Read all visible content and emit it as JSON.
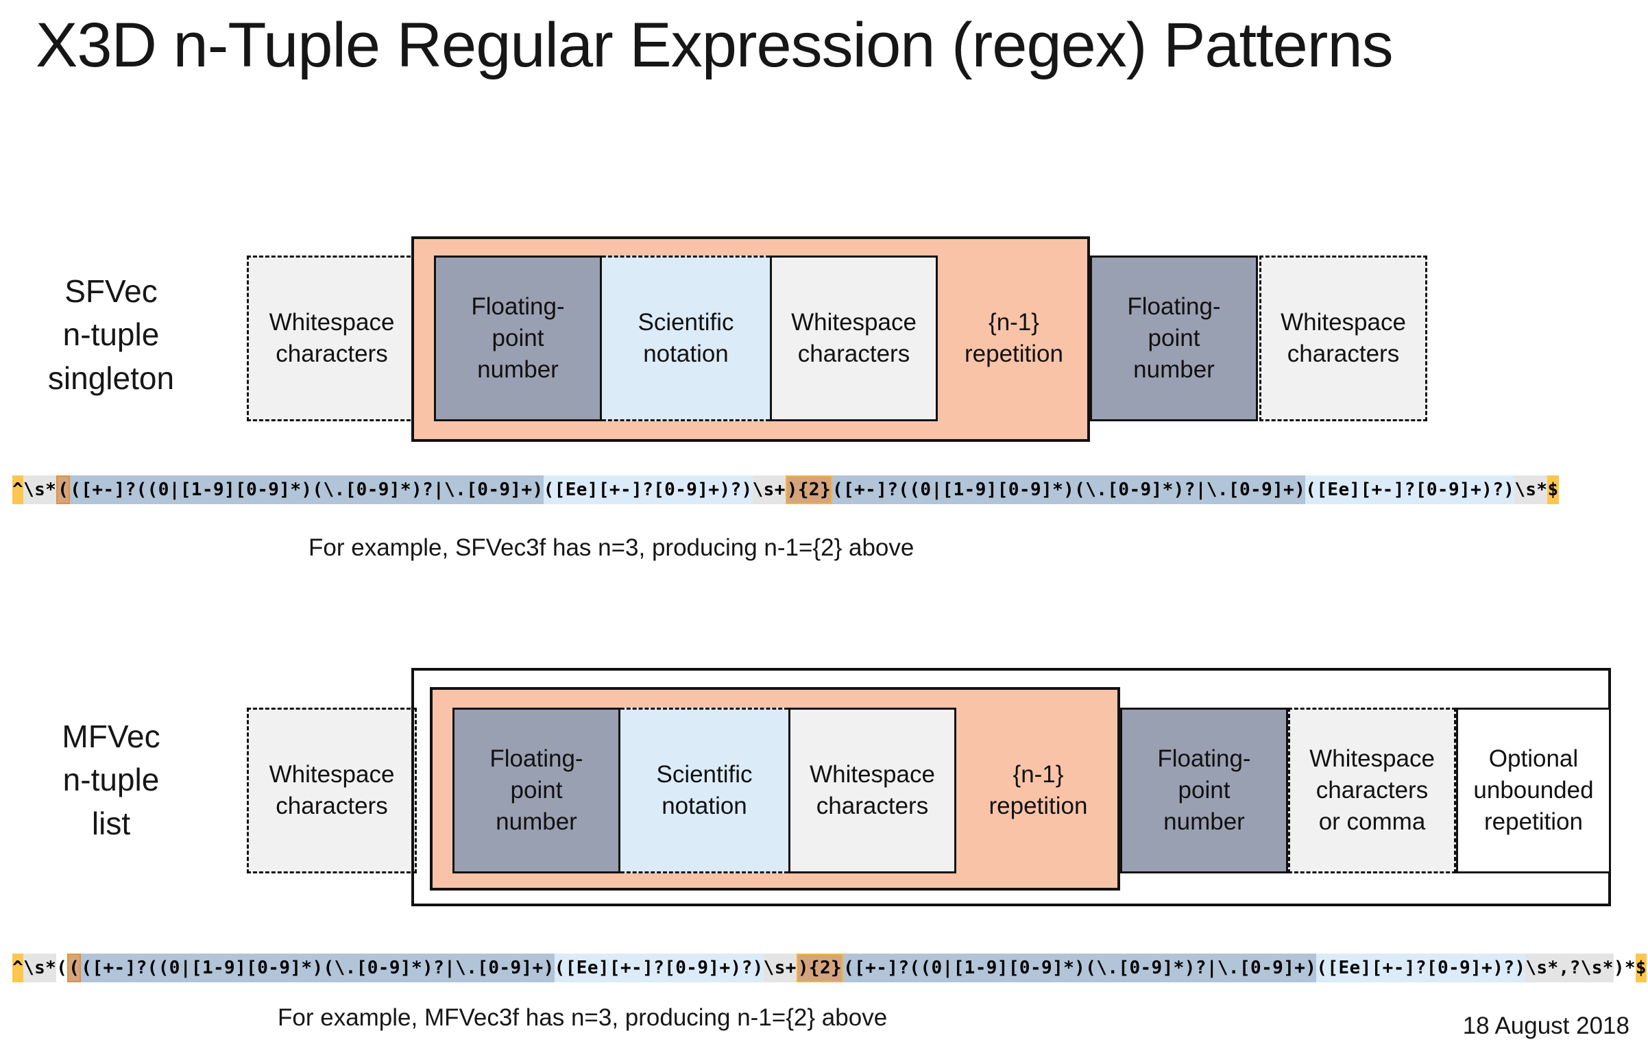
{
  "title": "X3D n-Tuple Regular Expression (regex) Patterns",
  "date": "18 August 2018",
  "colors": {
    "salmon": "#f9c3a8",
    "fp-gray": "#99a0b2",
    "sci-blue": "#dcebf8",
    "ws-gray": "#f1f1f1",
    "hl-anchor": "#fdc64e",
    "hl-ws": "#e4e4e4",
    "hl-fp": "#b1c4d8",
    "hl-sci": "#dcebf8",
    "hl-rep-bg": "#d4a47c",
    "hl-rep-border": "#f6b33d",
    "hl-paren-border": "#e0923c",
    "ink": "#111111"
  },
  "sfvec": {
    "label_lines": "SFVec\nn-tuple\nsingleton",
    "boxes": {
      "ws_left": "Whitespace\ncharacters",
      "fp1": "Floating-\npoint\nnumber",
      "sci": "Scientific\nnotation",
      "ws_mid": "Whitespace\ncharacters",
      "rep": "{n-1}\nrepetition",
      "fp2": "Floating-\npoint\nnumber",
      "ws_right": "Whitespace\ncharacters"
    },
    "regex_segments": [
      {
        "t": "^",
        "c": "anchor"
      },
      {
        "t": "\\s*",
        "c": "ws"
      },
      {
        "t": "(",
        "c": "paren"
      },
      {
        "t": "([+-]?((0|[1-9][0-9]*)(\\.[0-9]*)?|\\.[0-9]+)",
        "c": "fp"
      },
      {
        "t": "([Ee][+-]?[0-9]+)?)",
        "c": "sci"
      },
      {
        "t": "\\s+",
        "c": "ws"
      },
      {
        "t": "){2}",
        "c": "rep"
      },
      {
        "t": "([+-]?((0|[1-9][0-9]*)(\\.[0-9]*)?|\\.[0-9]+)",
        "c": "fp"
      },
      {
        "t": "([Ee][+-]?[0-9]+)?)",
        "c": "sci"
      },
      {
        "t": "\\s*",
        "c": "ws"
      },
      {
        "t": "$",
        "c": "anchor"
      }
    ],
    "example": "For example, SFVec3f has n=3, producing n-1={2} above"
  },
  "mfvec": {
    "label_lines": "MFVec\nn-tuple\nlist",
    "boxes": {
      "ws_left": "Whitespace\ncharacters",
      "fp1": "Floating-\npoint\nnumber",
      "sci": "Scientific\nnotation",
      "ws_mid": "Whitespace\ncharacters",
      "rep": "{n-1}\nrepetition",
      "fp2": "Floating-\npoint\nnumber",
      "ws_comma": "Whitespace\ncharacters\nor comma",
      "optional": "Optional\nunbounded\nrepetition"
    },
    "regex_segments": [
      {
        "t": "^",
        "c": "anchor"
      },
      {
        "t": "\\s*",
        "c": "ws"
      },
      {
        "t": "(",
        "c": "plain"
      },
      {
        "t": "(",
        "c": "paren"
      },
      {
        "t": "([+-]?((0|[1-9][0-9]*)(\\.[0-9]*)?|\\.[0-9]+)",
        "c": "fp"
      },
      {
        "t": "([Ee][+-]?[0-9]+)?)",
        "c": "sci"
      },
      {
        "t": "\\s+",
        "c": "ws"
      },
      {
        "t": "){2}",
        "c": "rep"
      },
      {
        "t": "([+-]?((0|[1-9][0-9]*)(\\.[0-9]*)?|\\.[0-9]+)",
        "c": "fp"
      },
      {
        "t": "([Ee][+-]?[0-9]+)?)",
        "c": "sci"
      },
      {
        "t": "\\s*,?\\s*",
        "c": "ws"
      },
      {
        "t": ")*",
        "c": "plain"
      },
      {
        "t": "$",
        "c": "anchor"
      }
    ],
    "example": "For example, MFVec3f has n=3, producing n-1={2} above"
  }
}
